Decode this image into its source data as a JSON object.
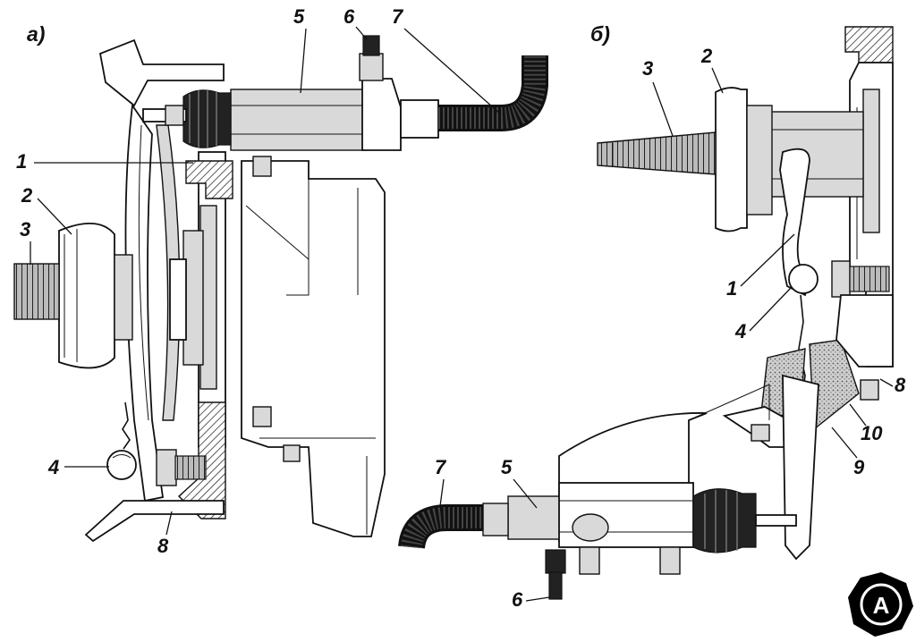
{
  "panels": [
    {
      "id": "a",
      "label": "а)"
    },
    {
      "id": "b",
      "label": "б)"
    }
  ],
  "callouts_a": [
    "1",
    "2",
    "3",
    "4",
    "5",
    "6",
    "7",
    "8"
  ],
  "callouts_b": [
    "1",
    "2",
    "3",
    "4",
    "5",
    "6",
    "7",
    "8",
    "9",
    "10"
  ],
  "logo": {
    "glyph": "A"
  }
}
